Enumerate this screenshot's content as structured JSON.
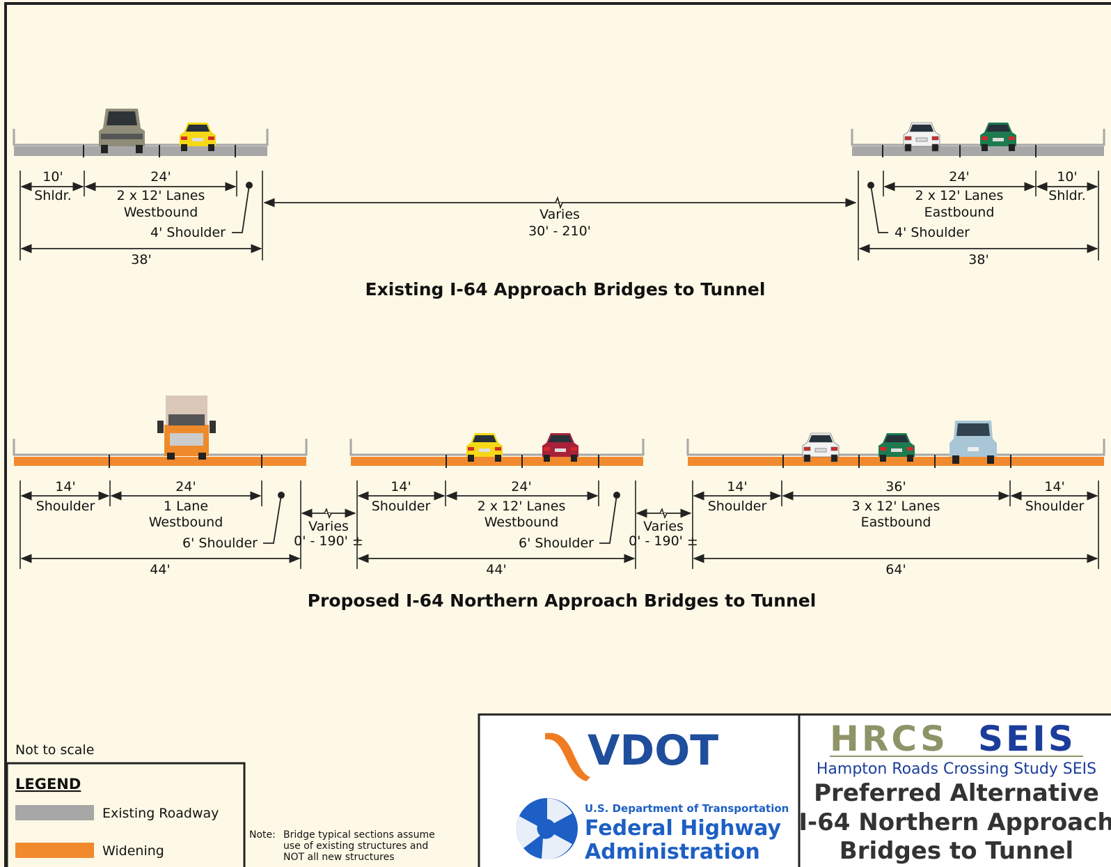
{
  "existing": {
    "title": "Existing I-64 Approach Bridges to Tunnel",
    "west": {
      "shoulder_dim": "10'",
      "shoulder_label": "Shldr.",
      "lanes_dim": "24'",
      "lanes_label_1": "2 x 12' Lanes",
      "lanes_label_2": "Westbound",
      "inner_shoulder": "4' Shoulder",
      "total": "38'"
    },
    "median": {
      "label": "Varies",
      "range": "30' - 210'"
    },
    "east": {
      "shoulder_dim": "10'",
      "shoulder_label": "Shldr.",
      "lanes_dim": "24'",
      "lanes_label_1": "2 x 12' Lanes",
      "lanes_label_2": "Eastbound",
      "inner_shoulder": "4' Shoulder",
      "total": "38'"
    }
  },
  "proposed": {
    "title": "Proposed I-64 Northern Approach Bridges to Tunnel",
    "span1": {
      "shoulder_dim": "14'",
      "shoulder_label": "Shoulder",
      "lanes_dim": "24'",
      "lanes_label_1": "1 Lane",
      "lanes_label_2": "Westbound",
      "inner_shoulder": "6' Shoulder",
      "total": "44'"
    },
    "gap1": {
      "label": "Varies",
      "range": "0' - 190' ±"
    },
    "span2": {
      "shoulder_dim": "14'",
      "shoulder_label": "Shoulder",
      "lanes_dim": "24'",
      "lanes_label_1": "2 x 12' Lanes",
      "lanes_label_2": "Westbound",
      "inner_shoulder": "6' Shoulder",
      "total": "44'"
    },
    "gap2": {
      "label": "Varies",
      "range": "0' - 190' ±"
    },
    "span3": {
      "left_shoulder_dim": "14'",
      "left_shoulder_label": "Shoulder",
      "lanes_dim": "36'",
      "lanes_label_1": "3 x 12' Lanes",
      "lanes_label_2": "Eastbound",
      "right_shoulder_dim": "14'",
      "right_shoulder_label": "Shoulder",
      "total": "64'"
    }
  },
  "scale_note": "Not to scale",
  "legend": {
    "title": "LEGEND",
    "existing_label": "Existing Roadway",
    "widening_label": "Widening"
  },
  "note": {
    "prefix": "Note:",
    "line1": "Bridge typical sections assume",
    "line2": "use of existing structures and",
    "line3": "NOT all new structures"
  },
  "logos": {
    "vdot": "VDOT",
    "usdot": "U.S. Department of Transportation",
    "fhwa_1": "Federal Highway",
    "fhwa_2": "Administration"
  },
  "study": {
    "hrcs": "HRCS",
    "seis": "SEIS",
    "subtitle": "Hampton Roads Crossing Study SEIS",
    "title_1": "Preferred Alternative",
    "title_2": "I-64 Northern Approach",
    "title_3": "Bridges to Tunnel"
  },
  "colors": {
    "existing": "#a7a7a7",
    "widening": "#f18a2e",
    "background": "#fdf9e6",
    "vdot_orange": "#f07c22",
    "vdot_blue": "#1f4e9c",
    "fhwa_blue": "#1d5fc4",
    "hrcs_olive": "#8f9468",
    "seis_blue": "#1b3d9b"
  },
  "icons": [
    "pickup-icon",
    "sports-car-icon",
    "sedan-icon",
    "truck-icon",
    "suv-icon",
    "vdot-logo-icon",
    "fhwa-logo-icon"
  ]
}
